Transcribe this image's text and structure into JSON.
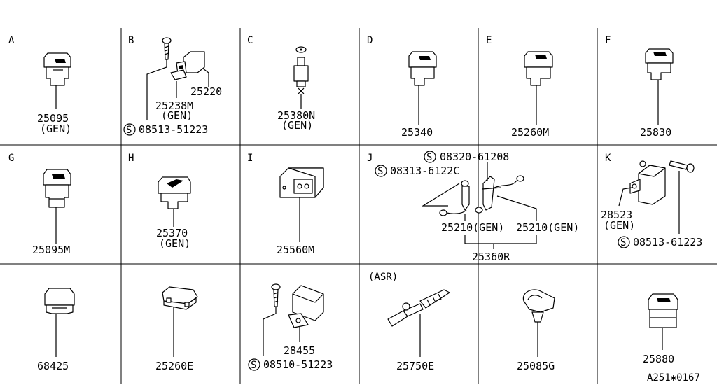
{
  "cells": {
    "A": {
      "label": "A",
      "part": "25095",
      "gen": "(GEN)"
    },
    "B": {
      "label": "B",
      "part_top": "25220",
      "part_mid": "25238M",
      "gen": "(GEN)",
      "screw": "08513-51223"
    },
    "C": {
      "label": "C",
      "part": "25380N",
      "gen": "(GEN)"
    },
    "D": {
      "label": "D",
      "part": "25340"
    },
    "E": {
      "label": "E",
      "part": "25260M"
    },
    "F": {
      "label": "F",
      "part": "25830"
    },
    "G": {
      "label": "G",
      "part": "25095M"
    },
    "H": {
      "label": "H",
      "part": "25370",
      "gen": "(GEN)"
    },
    "I": {
      "label": "I",
      "part": "25560M"
    },
    "J": {
      "label": "J",
      "screw_top": "08320-61208",
      "screw_mid": "08313-6122C",
      "part_left": "25210(GEN)",
      "part_right": "25210(GEN)",
      "assembly": "25360R"
    },
    "K": {
      "label": "K",
      "part": "28523",
      "gen": "(GEN)",
      "screw": "08513-61223"
    },
    "r3c1": {
      "part": "68425"
    },
    "r3c2": {
      "part": "25260E"
    },
    "r3c3": {
      "part": "28455",
      "screw": "08510-51223"
    },
    "r3c4": {
      "tag": "(ASR)",
      "part": "25750E"
    },
    "r3c5": {
      "part": "25085G"
    },
    "r3c6": {
      "part": "25880"
    }
  },
  "symbols": {
    "standard_part": "S"
  },
  "diagram_ref": "A251✱0167"
}
